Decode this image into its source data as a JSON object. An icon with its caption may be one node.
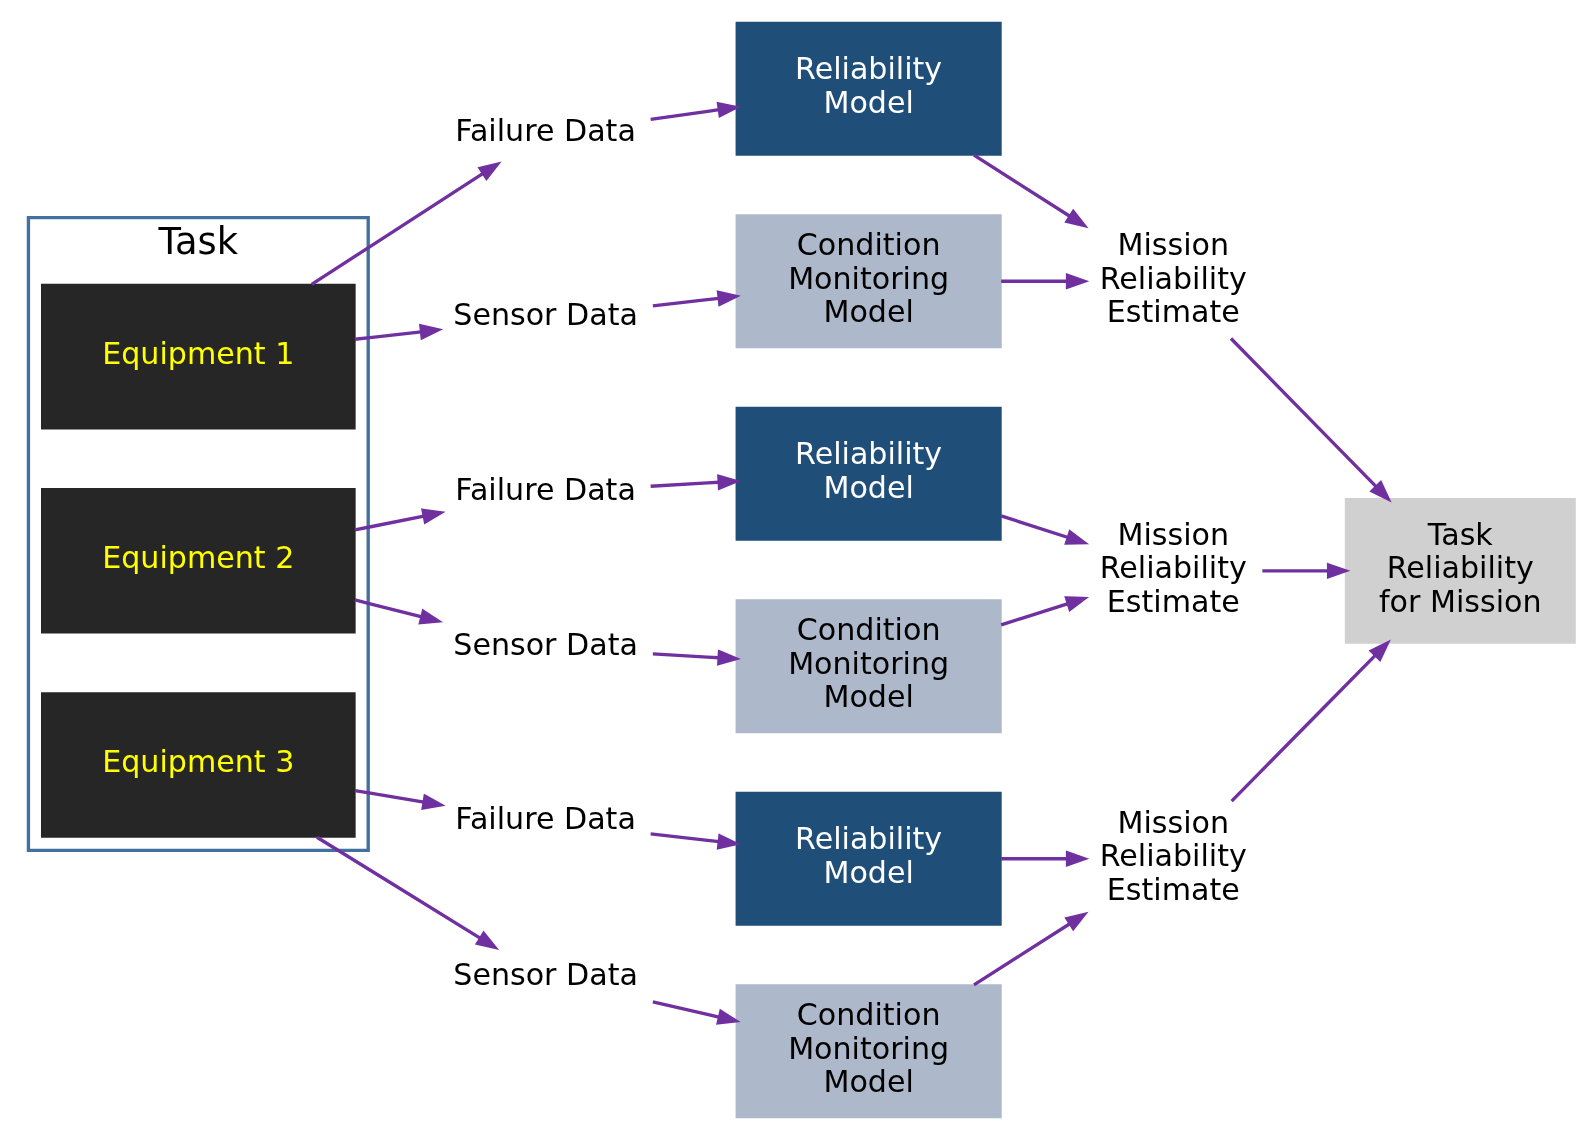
{
  "diagram": {
    "nodes": [
      {
        "text": [
          "Task"
        ]
      },
      {
        "text": [
          "Equipment 1"
        ],
        "in": 0
      },
      {
        "text": [
          "Equipment 2"
        ],
        "in": 0
      },
      {
        "text": [
          "Equipment 3"
        ],
        "in": 0
      },
      {
        "text": [
          "Failure Data"
        ]
      },
      {
        "text": [
          "Sensor Data"
        ]
      },
      {
        "text": [
          "Reliability Model"
        ]
      },
      {
        "text": [
          "Condition Monitoring Model"
        ]
      },
      {
        "text": [
          "Mission Reliability Estimate"
        ]
      },
      {
        "text": [
          "Failure Data"
        ]
      },
      {
        "text": [
          "Sensor Data"
        ]
      },
      {
        "text": [
          "Reliability Model"
        ]
      },
      {
        "text": [
          "Condition Monitoring Model"
        ]
      },
      {
        "text": [
          "Mission Reliability Estimate"
        ]
      },
      {
        "text": [
          "Failure Data"
        ]
      },
      {
        "text": [
          "Sensor Data"
        ]
      },
      {
        "text": [
          "Reliability Model"
        ]
      },
      {
        "text": [
          "Condition Monitoring Model"
        ]
      },
      {
        "text": [
          "Mission Reliability Estimate"
        ]
      },
      {
        "text": [
          "Task Reliability for Mission"
        ]
      }
    ],
    "edges": [
      {
        "from": 1,
        "to": 4,
        "arrow": "to"
      },
      {
        "from": 1,
        "to": 5,
        "arrow": "to"
      },
      {
        "from": 4,
        "to": 6,
        "arrow": "to"
      },
      {
        "from": 5,
        "to": 7,
        "arrow": "to"
      },
      {
        "from": 6,
        "to": 8,
        "arrow": "to"
      },
      {
        "from": 7,
        "to": 8,
        "arrow": "to"
      },
      {
        "from": 2,
        "to": 9,
        "arrow": "to"
      },
      {
        "from": 2,
        "to": 10,
        "arrow": "to"
      },
      {
        "from": 9,
        "to": 11,
        "arrow": "to"
      },
      {
        "from": 10,
        "to": 12,
        "arrow": "to"
      },
      {
        "from": 11,
        "to": 13,
        "arrow": "to"
      },
      {
        "from": 12,
        "to": 13,
        "arrow": "to"
      },
      {
        "from": 3,
        "to": 14,
        "arrow": "to"
      },
      {
        "from": 3,
        "to": 15,
        "arrow": "to"
      },
      {
        "from": 14,
        "to": 16,
        "arrow": "to"
      },
      {
        "from": 15,
        "to": 17,
        "arrow": "to"
      },
      {
        "from": 16,
        "to": 18,
        "arrow": "to"
      },
      {
        "from": 17,
        "to": 18,
        "arrow": "to"
      },
      {
        "from": 8,
        "to": 19,
        "arrow": "to"
      },
      {
        "from": 13,
        "to": 19,
        "arrow": "to"
      },
      {
        "from": 18,
        "to": 19,
        "arrow": "to"
      }
    ]
  }
}
